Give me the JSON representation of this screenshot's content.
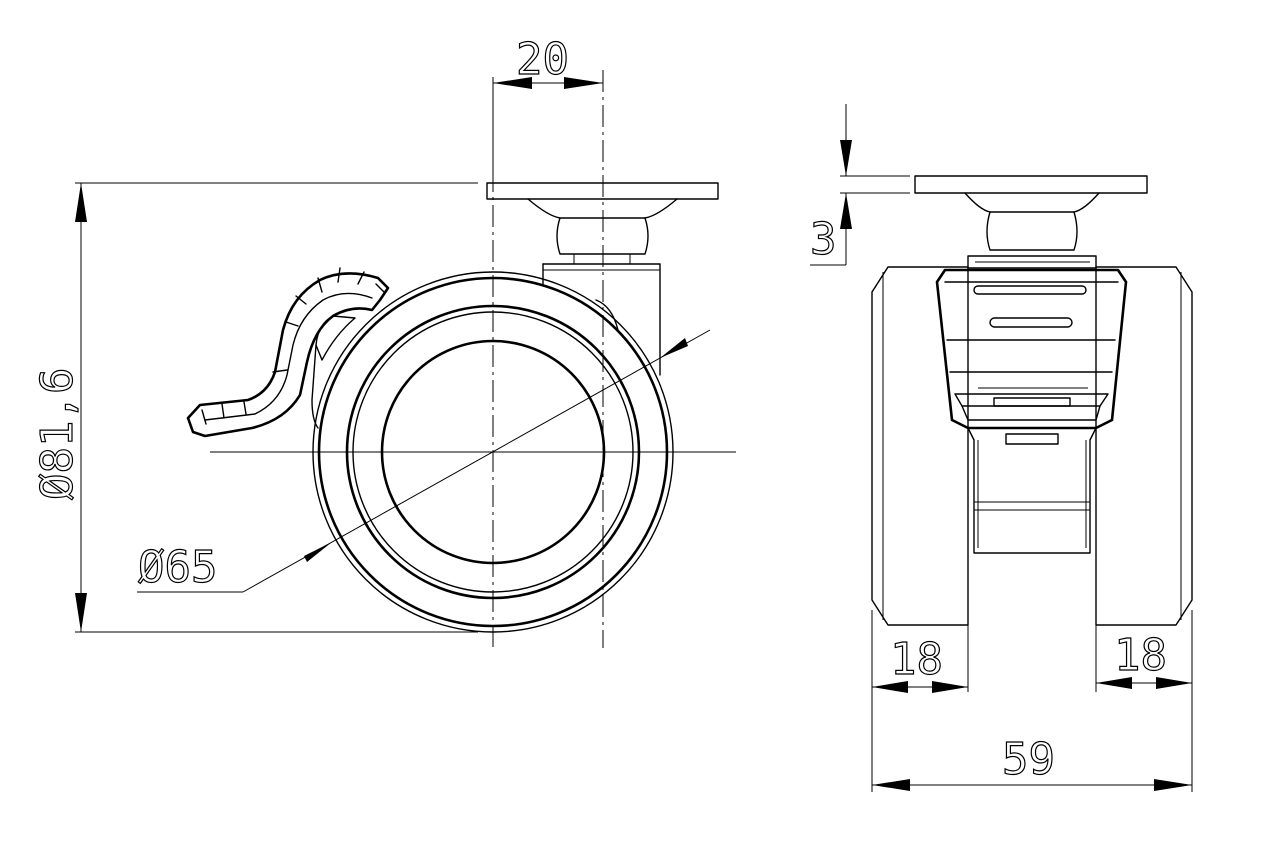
{
  "dimensions": {
    "plate_offset": "20",
    "overall_height": "Ø81,6",
    "wheel_diameter": "Ø65",
    "plate_thickness": "3",
    "left_wheel_width": "18",
    "right_wheel_width": "18",
    "overall_width": "59"
  }
}
